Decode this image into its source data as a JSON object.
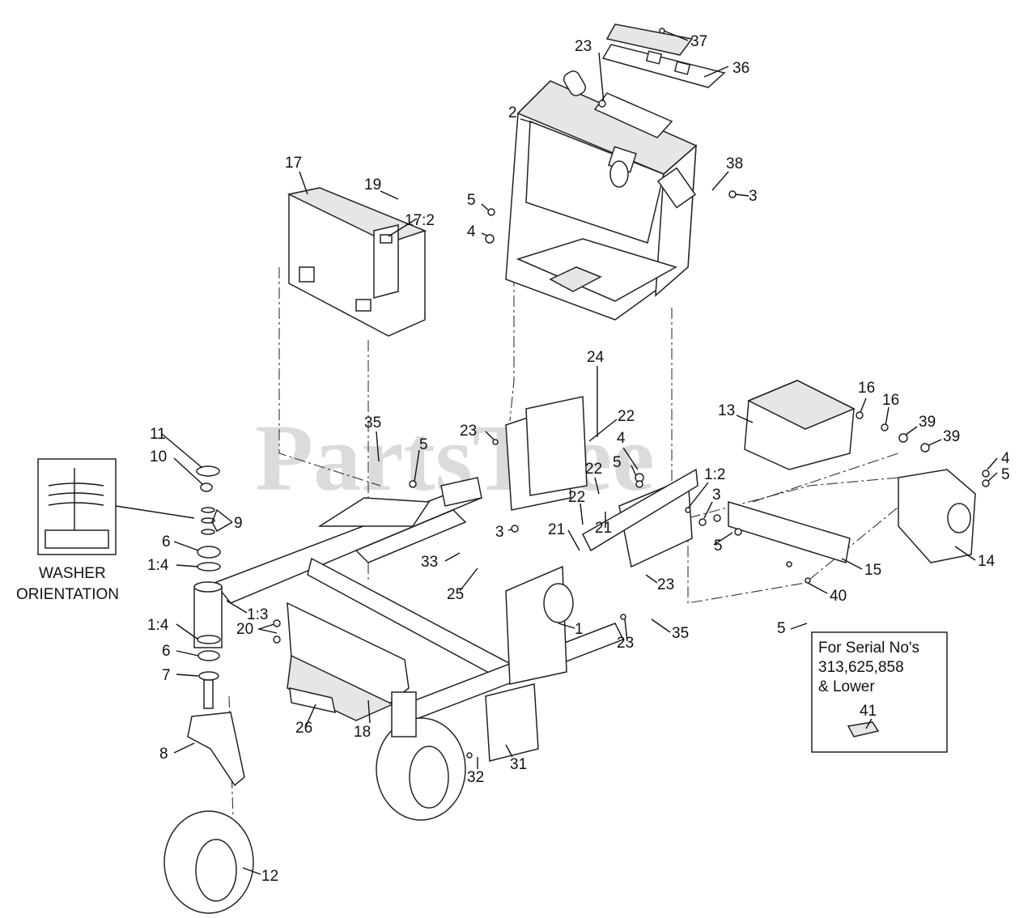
{
  "watermark": "PartsTree",
  "callouts": [
    {
      "id": "c37",
      "text": "37"
    },
    {
      "id": "c36",
      "text": "36"
    },
    {
      "id": "c23a",
      "text": "23"
    },
    {
      "id": "c2",
      "text": "2"
    },
    {
      "id": "c17",
      "text": "17"
    },
    {
      "id": "c19",
      "text": "19"
    },
    {
      "id": "c17b",
      "text": "17:2"
    },
    {
      "id": "c38",
      "text": "38"
    },
    {
      "id": "c3a",
      "text": "3"
    },
    {
      "id": "c5a",
      "text": "5"
    },
    {
      "id": "c4a",
      "text": "4"
    },
    {
      "id": "c24",
      "text": "24"
    },
    {
      "id": "c13",
      "text": "13"
    },
    {
      "id": "c16a",
      "text": "16"
    },
    {
      "id": "c16b",
      "text": "16"
    },
    {
      "id": "c39a",
      "text": "39"
    },
    {
      "id": "c39b",
      "text": "39"
    },
    {
      "id": "c35a",
      "text": "35"
    },
    {
      "id": "c23b",
      "text": "23"
    },
    {
      "id": "c22a",
      "text": "22"
    },
    {
      "id": "c4b",
      "text": "4"
    },
    {
      "id": "c5b",
      "text": "5"
    },
    {
      "id": "c4c",
      "text": "4"
    },
    {
      "id": "c5c",
      "text": "5"
    },
    {
      "id": "c11",
      "text": "11"
    },
    {
      "id": "c10",
      "text": "10"
    },
    {
      "id": "c5d",
      "text": "5"
    },
    {
      "id": "c22b",
      "text": "22"
    },
    {
      "id": "c1_2",
      "text": "1:2"
    },
    {
      "id": "c22c",
      "text": "22"
    },
    {
      "id": "c3b",
      "text": "3"
    },
    {
      "id": "c9",
      "text": "9"
    },
    {
      "id": "c3c",
      "text": "3"
    },
    {
      "id": "c21a",
      "text": "21"
    },
    {
      "id": "c21b",
      "text": "21"
    },
    {
      "id": "c6a",
      "text": "6"
    },
    {
      "id": "c5e",
      "text": "5"
    },
    {
      "id": "c33",
      "text": "33"
    },
    {
      "id": "c14",
      "text": "14"
    },
    {
      "id": "c1_4a",
      "text": "1:4"
    },
    {
      "id": "c15",
      "text": "15"
    },
    {
      "id": "c25",
      "text": "25"
    },
    {
      "id": "c23c",
      "text": "23"
    },
    {
      "id": "c40",
      "text": "40"
    },
    {
      "id": "c5f",
      "text": "5"
    },
    {
      "id": "c1_3",
      "text": "1:3"
    },
    {
      "id": "c1_4b",
      "text": "1:4"
    },
    {
      "id": "c20",
      "text": "20"
    },
    {
      "id": "c35b",
      "text": "35"
    },
    {
      "id": "c23d",
      "text": "23"
    },
    {
      "id": "c1",
      "text": "1"
    },
    {
      "id": "c6b",
      "text": "6"
    },
    {
      "id": "c7",
      "text": "7"
    },
    {
      "id": "c26",
      "text": "26"
    },
    {
      "id": "c18",
      "text": "18"
    },
    {
      "id": "c41",
      "text": "41"
    },
    {
      "id": "c8",
      "text": "8"
    },
    {
      "id": "c32",
      "text": "32"
    },
    {
      "id": "c31",
      "text": "31"
    },
    {
      "id": "c12",
      "text": "12"
    }
  ],
  "washer_orientation": {
    "line1": "WASHER",
    "line2": "ORIENTATION"
  },
  "serial_note": {
    "line1": "For Serial No's",
    "line2": "313,625,858",
    "line3": "& Lower"
  },
  "colors": {
    "line": "#111111",
    "part_fill": "#ffffff",
    "shade_fill": "#e6e6e6",
    "watermark": "#cfcfcf"
  }
}
